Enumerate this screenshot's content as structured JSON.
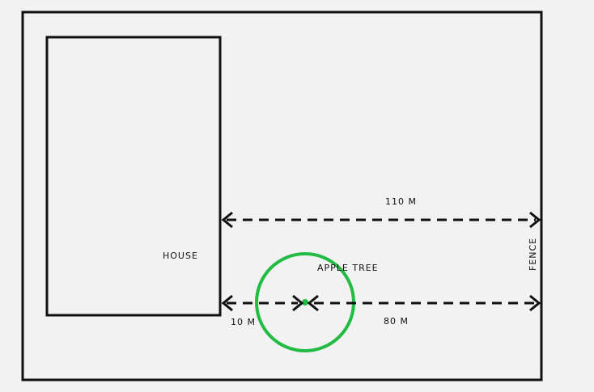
{
  "labels": {
    "house": "HOUSE",
    "apple_tree": "APPLE TREE",
    "fence": "FENCE",
    "dist_house_fence": "110 M",
    "dist_house_tree": "10 M",
    "dist_tree_fence": "80 M"
  },
  "colors": {
    "background": "#f2f2f2",
    "line": "#111111",
    "tree": "#22bb44"
  }
}
